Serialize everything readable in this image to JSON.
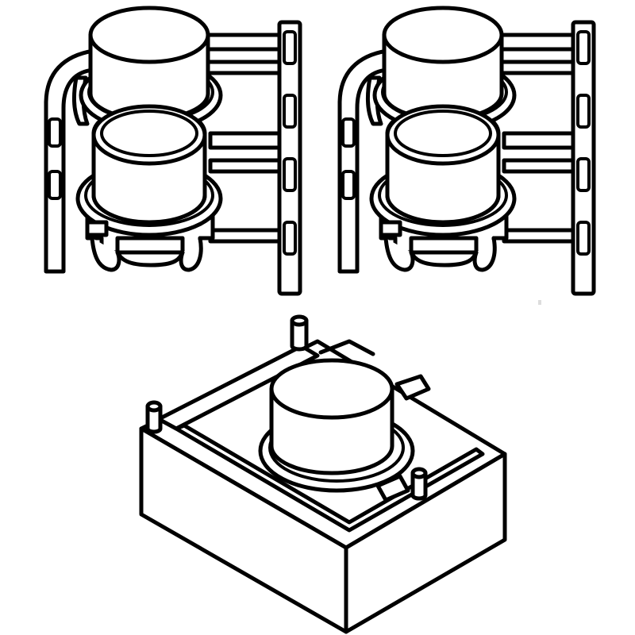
{
  "figure": {
    "background": "#ffffff",
    "line_color": "#000000",
    "views": [
      {
        "id": "top-left",
        "parts": [
          "upper-winding-cylinder",
          "lower-winding-cylinder",
          "left-pin-rail",
          "right-pin-rail",
          "base-legs"
        ]
      },
      {
        "id": "top-right",
        "parts": [
          "upper-winding-cylinder",
          "lower-winding-cylinder",
          "left-pin-rail",
          "right-pin-rail",
          "base-legs"
        ]
      },
      {
        "id": "bottom",
        "parts": [
          "rectangular-base",
          "center-cylinder",
          "corner-pins",
          "frame-rails"
        ]
      }
    ]
  }
}
